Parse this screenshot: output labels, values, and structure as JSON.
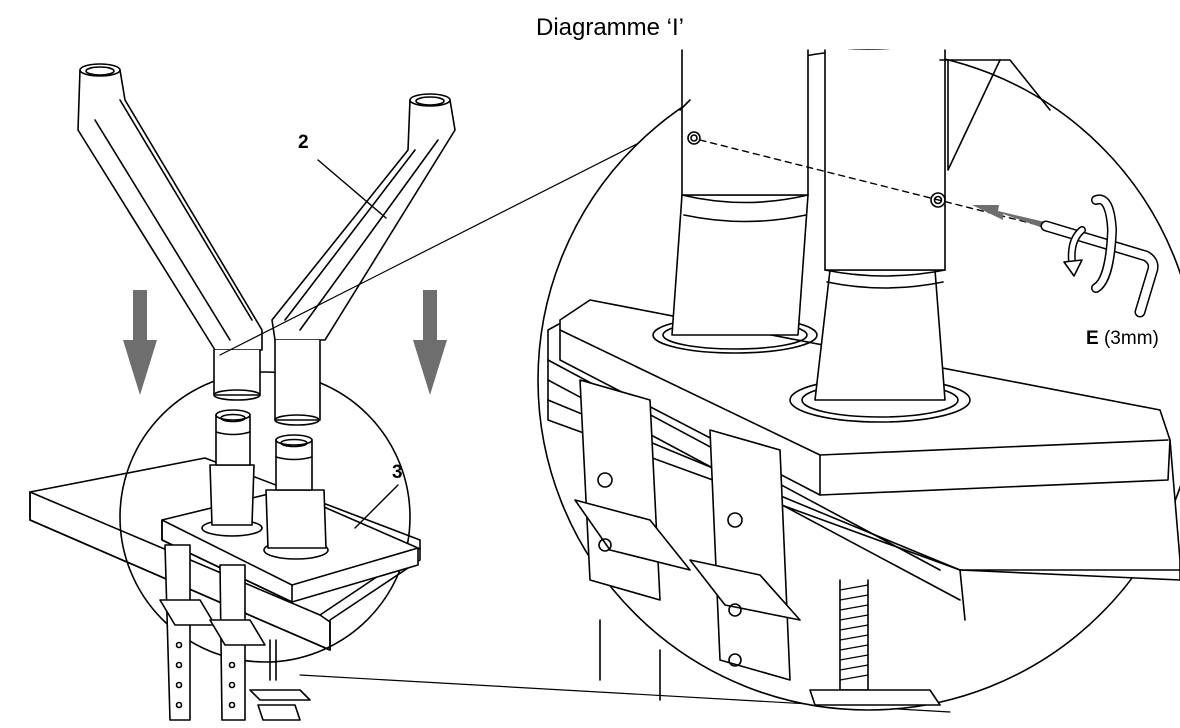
{
  "title": "Diagramme ‘I’",
  "callouts": {
    "part_2": "2",
    "part_3": "3"
  },
  "tool": {
    "letter": "E",
    "size": "(3mm)"
  },
  "colors": {
    "line": "#000000",
    "arrow": "#6e6e6e",
    "fill": "#ffffff"
  },
  "icons": {
    "down_arrow": "down-arrow-icon",
    "insert_arrow": "insert-arrow-icon",
    "rotate_arrow": "rotate-arrow-icon",
    "hex_key": "hex-key-icon"
  }
}
